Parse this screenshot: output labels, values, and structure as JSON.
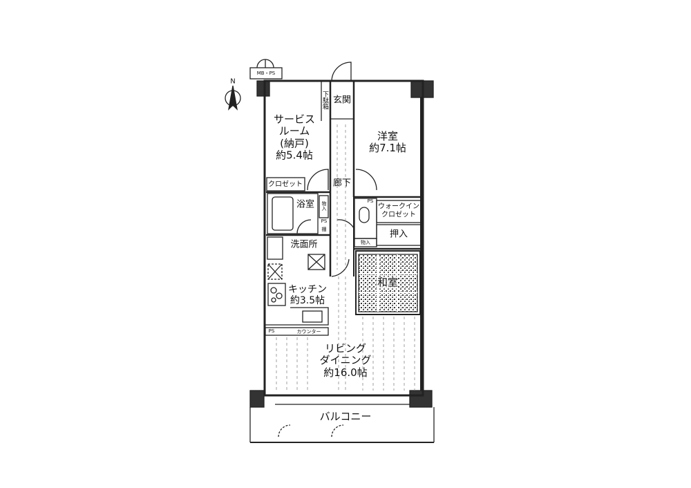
{
  "compass": "N",
  "mbps": "MB・PS",
  "rooms": {
    "service": [
      "サービス",
      "ルーム",
      "(納戸)",
      "約5.4帖"
    ],
    "getabako": "下駄箱",
    "genkan": "玄関",
    "yoshitsu": [
      "洋室",
      "約7.1帖"
    ],
    "closet": "クロゼット",
    "rouka": "廊下",
    "yokushitsu": "浴室",
    "monoire1": "物入",
    "ps1": "PS",
    "tana": "棚",
    "senmenjo": "洗面所",
    "ps2": "PS",
    "wic": [
      "ウォークイン",
      "クロゼット"
    ],
    "oshiire": "押入",
    "monoire2": "物入",
    "washitsu": "和室",
    "kitchen": [
      "キッチン",
      "約3.5帖"
    ],
    "ps3": "PS",
    "counter": "カウンター",
    "ld": [
      "リビング",
      "ダイニング",
      "約16.0帖"
    ],
    "balcony": "バルコニー"
  }
}
